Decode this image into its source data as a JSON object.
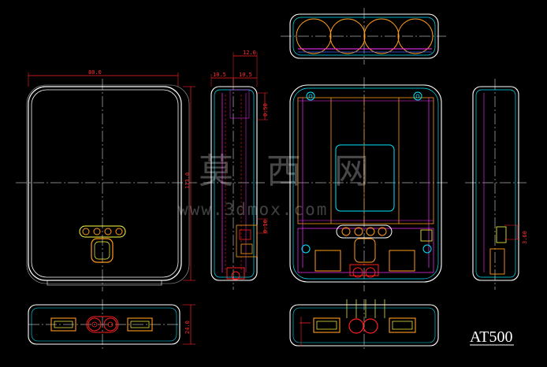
{
  "drawing": {
    "model_label": "AT500",
    "watermark_logo_text": "莫 西 网",
    "watermark_url": "www.3dmox.com"
  },
  "dimensions": {
    "front_width": "80.0",
    "front_height": "113.0",
    "side_top_total": "12.0",
    "side_top_left": "10.5",
    "side_top_right": "10.5",
    "side_offset": "0.50",
    "side_small": "0.10",
    "right_side_small": "3.60",
    "bottom_height": "24.0"
  },
  "colors": {
    "background": "#000000",
    "outline_white": "#ffffff",
    "cyan": "#00e5ff",
    "red": "#ff2020",
    "orange": "#ff9a1a",
    "magenta": "#ff30ff",
    "yellow": "#ffff40",
    "green": "#30ff30",
    "blue": "#4060ff"
  }
}
